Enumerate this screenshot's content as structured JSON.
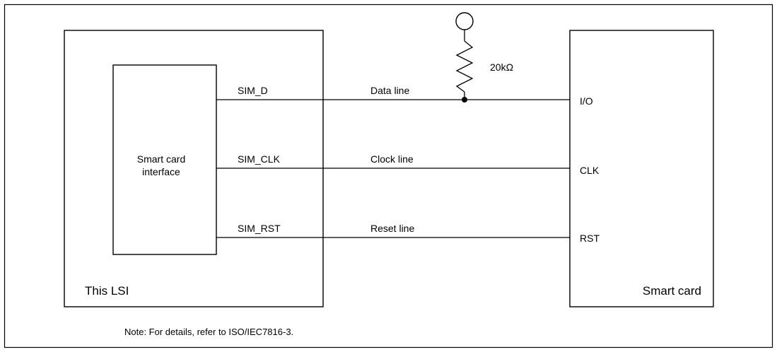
{
  "lsi": {
    "title": "This LSI",
    "interface": {
      "line1": "Smart card",
      "line2": "interface"
    }
  },
  "card": {
    "title": "Smart card"
  },
  "signals": [
    {
      "pin": "SIM_D",
      "line": "Data line",
      "card_pin": "I/O"
    },
    {
      "pin": "SIM_CLK",
      "line": "Clock line",
      "card_pin": "CLK"
    },
    {
      "pin": "SIM_RST",
      "line": "Reset line",
      "card_pin": "RST"
    }
  ],
  "pullup": {
    "value": "20kΩ"
  },
  "note": "Note:  For details, refer to ISO/IEC7816-3."
}
